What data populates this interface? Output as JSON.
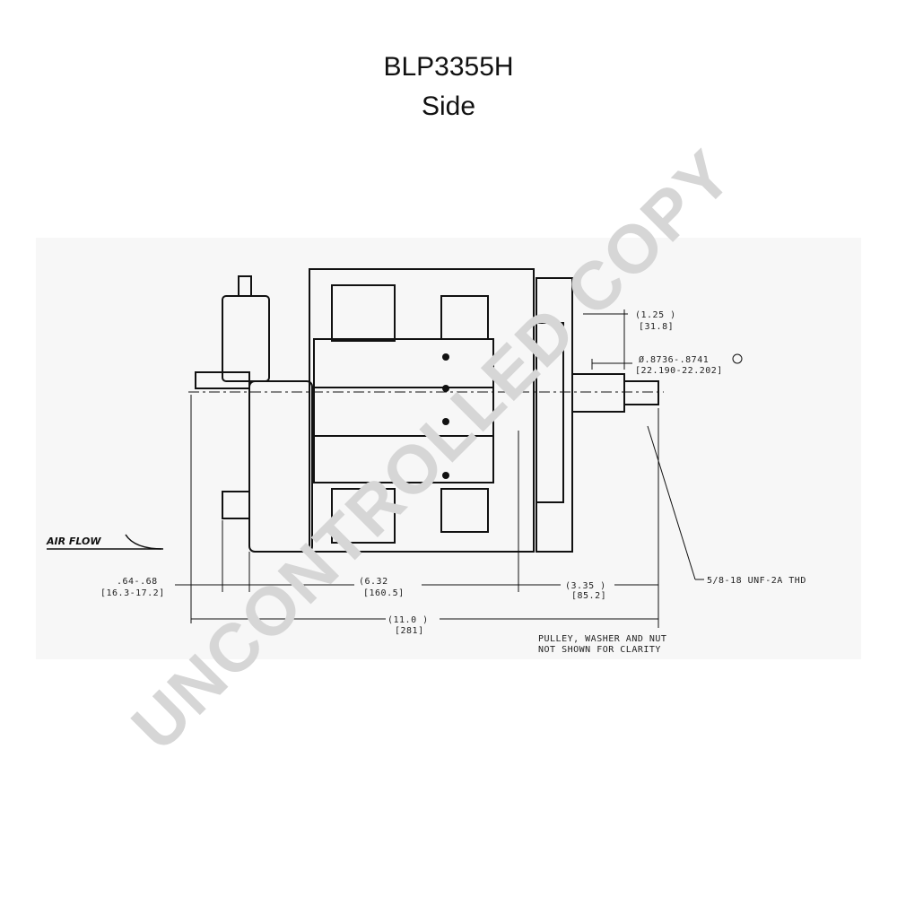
{
  "header": {
    "part_number": "BLP3355H",
    "view": "Side"
  },
  "watermark": "UNCONTROLLED COPY",
  "drawing": {
    "air_flow_label": "AIR FLOW",
    "dims": {
      "d125_in": "(1.25  )",
      "d125_mm": "[31.8]",
      "dia_in": "Ø.8736-.8741",
      "dia_mm": "[22.190-22.202]",
      "d064_in": ".64-.68",
      "d064_mm": "[16.3-17.2]",
      "d632_in": "(6.32",
      "d632_mm": "[160.5]",
      "d335_in": "(3.35  )",
      "d335_mm": "[85.2]",
      "d110_in": "(11.0 )",
      "d110_mm": "[281]",
      "thread": "5/8-18 UNF-2A THD"
    },
    "notes": {
      "line1": "PULLEY, WASHER AND NUT",
      "line2": "NOT SHOWN FOR CLARITY"
    }
  },
  "colors": {
    "line": "#111111",
    "watermark": "#d6d6d6",
    "background": "#ffffff"
  }
}
